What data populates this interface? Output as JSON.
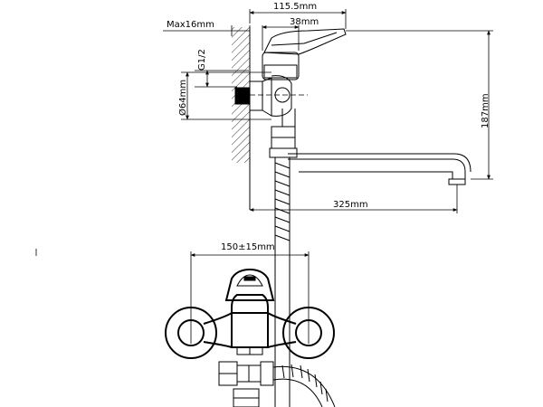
{
  "dimensions": {
    "max_mount": "Max16mm",
    "thread": "G1/2",
    "flange": "Ø64mm",
    "total_width": "115.5mm",
    "body_width": "38mm",
    "height": "187mm",
    "spout_length": "325mm",
    "spacing": "150±15mm"
  },
  "colors": {
    "line": "#000000",
    "background": "#ffffff"
  }
}
